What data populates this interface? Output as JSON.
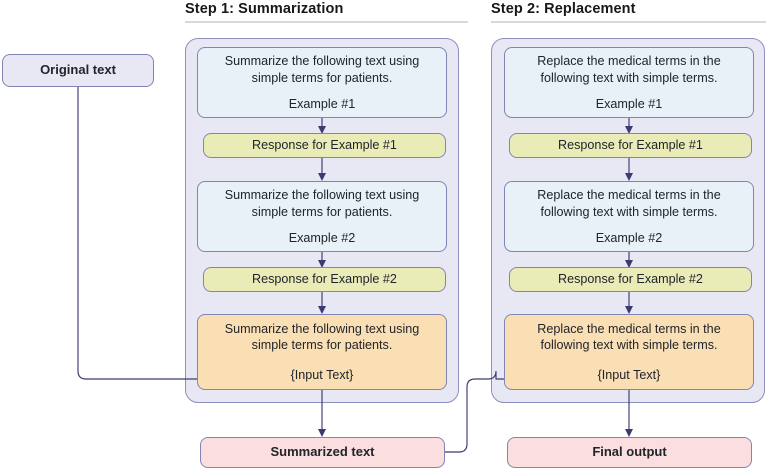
{
  "steps": [
    {
      "id": "step1",
      "title": "Step 1: Summarization",
      "prompt_line1": "Summarize the following text using",
      "prompt_line2": "simple terms for patients.",
      "example1_label": "Example #1",
      "example2_label": "Example #2",
      "response1": "Response for Example #1",
      "response2": "Response for Example #2",
      "input_placeholder": "{Input Text}",
      "output": "Summarized text"
    },
    {
      "id": "step2",
      "title": "Step 2: Replacement",
      "prompt_line1": "Replace the medical terms in the",
      "prompt_line2": "following text with simple terms.",
      "example1_label": "Example #1",
      "example2_label": "Example #2",
      "response1": "Response for Example #1",
      "response2": "Response for Example #2",
      "input_placeholder": "{Input Text}",
      "output": "Final output"
    }
  ],
  "source": {
    "label": "Original text"
  },
  "colors": {
    "prompt_fill": "#e8f1f8",
    "response_fill": "#eaecb8",
    "input_fill": "#fbdfb4",
    "output_fill": "#fadee0",
    "container_fill": "#e8e7f4",
    "border": "#8284b4",
    "edge": "#3b3b72",
    "divider": "#d9d9d9",
    "text": "#20242b"
  }
}
